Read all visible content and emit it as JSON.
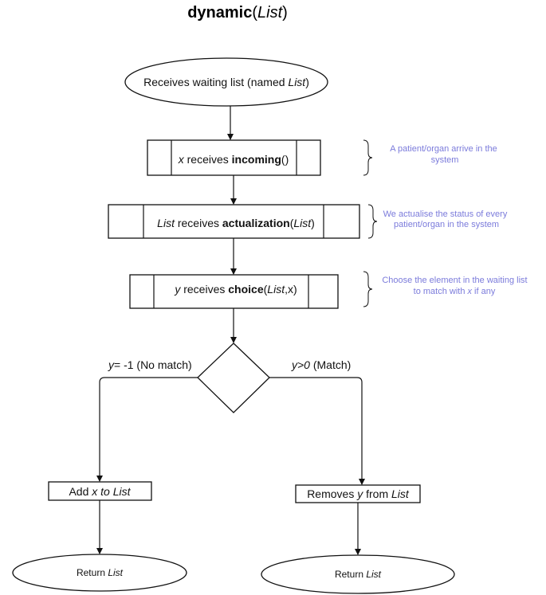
{
  "title": {
    "name": "dynamic",
    "open": "(",
    "arg": "List",
    "close": ")"
  },
  "start": {
    "text": "Receives waiting list (named ",
    "arg": "List",
    "close": ")"
  },
  "step_incoming": {
    "var": "x",
    "text": " receives ",
    "func": "incoming",
    "args": "()"
  },
  "step_actualization": {
    "var": "List",
    "text": " receives ",
    "func": "actualization",
    "open": "(",
    "arg": "List",
    "close": ")"
  },
  "step_choice": {
    "var": "y",
    "text": " receives ",
    "func": "choice",
    "open": "(",
    "arg": "List",
    "rest": ",x)"
  },
  "branch_left": {
    "var": "y",
    "text": "= -1 (No match)"
  },
  "branch_right": {
    "var": "y>0",
    "text": " (Match)"
  },
  "action_add": {
    "text1": "Add ",
    "var": "x",
    "text2": " to ",
    "arg": "List"
  },
  "action_remove": {
    "text1": "Removes ",
    "var": "y",
    "text2": " from ",
    "arg": "List"
  },
  "return_left": {
    "text": "Return ",
    "arg": "List"
  },
  "return_right": {
    "text": "Return ",
    "arg": "List"
  },
  "notes": {
    "incoming": {
      "line1": "A patient/organ arrive in the",
      "line2": "system"
    },
    "actualization": {
      "line1": "We actualise the status of every",
      "line2": "patient/organ in the system"
    },
    "choice": {
      "line1a": "Choose the element in the waiting list",
      "line2a": "to match with ",
      "line2var": "x",
      "line2b": " if any"
    }
  },
  "colors": {
    "note_text": "#7b7bdb",
    "stroke": "#111111",
    "background": "#ffffff"
  }
}
